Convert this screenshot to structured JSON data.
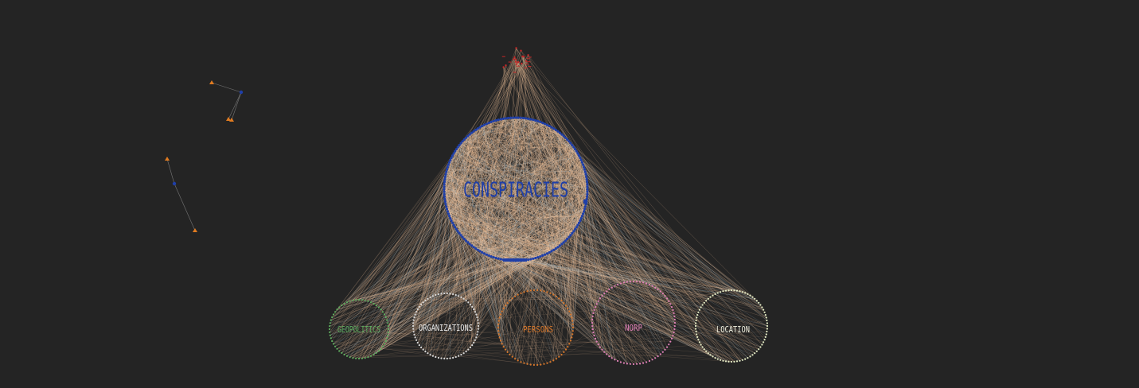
{
  "diagram": {
    "type": "clustered-network-graph",
    "background_color": "#242424",
    "edge_colors": {
      "primary": "#f2c49a",
      "secondary": "#a9c7d6"
    },
    "hub": {
      "id": "conspiracies",
      "label": "CONSPIRACIES",
      "color": "#1f3fa8",
      "node_count": 180
    },
    "top_cluster": {
      "id": "top-cluster",
      "label": "",
      "color": "#c62828",
      "node_count": 16
    },
    "clusters": [
      {
        "id": "geopolitics",
        "label": "GEOPOLITICS",
        "color": "#5fae5f",
        "node_count": 60
      },
      {
        "id": "organizations",
        "label": "ORGANIZATIONS",
        "color": "#d8d8d8",
        "node_count": 70
      },
      {
        "id": "persons",
        "label": "PERSONS",
        "color": "#d9782b",
        "node_count": 70
      },
      {
        "id": "norp",
        "label": "NORP",
        "color": "#e080b8",
        "node_count": 80
      },
      {
        "id": "location",
        "label": "LOCATION",
        "color": "#e4ebc4",
        "node_count": 80
      }
    ],
    "isolated_groups": [
      {
        "id": "isolated-group-1",
        "nodes": [
          {
            "kind": "triangle",
            "color": "#e07b20"
          },
          {
            "kind": "dot",
            "color": "#1f3fa8"
          },
          {
            "kind": "triangle",
            "color": "#e07b20"
          },
          {
            "kind": "triangle",
            "color": "#e07b20"
          }
        ]
      },
      {
        "id": "isolated-group-2",
        "nodes": [
          {
            "kind": "triangle",
            "color": "#e07b20"
          },
          {
            "kind": "dot",
            "color": "#1f3fa8"
          },
          {
            "kind": "triangle",
            "color": "#e07b20"
          }
        ]
      }
    ]
  }
}
